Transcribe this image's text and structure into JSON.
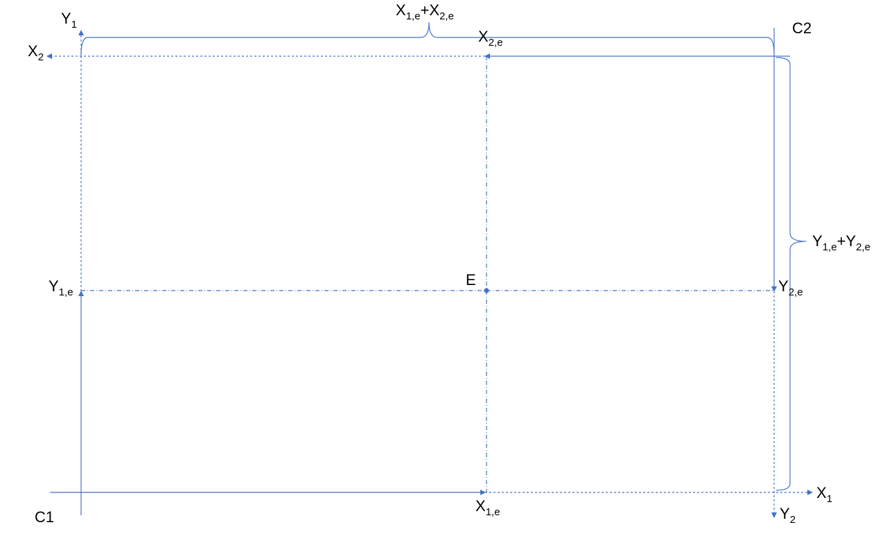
{
  "colors": {
    "line": "#4472C4",
    "text": "#000000",
    "background": "#ffffff"
  },
  "labels": {
    "c1": "C1",
    "c2": "C2",
    "e": "E",
    "y1": {
      "base": "Y",
      "sub": "1"
    },
    "x2": {
      "base": "X",
      "sub": "2"
    },
    "x1": {
      "base": "X",
      "sub": "1"
    },
    "y2": {
      "base": "Y",
      "sub": "2"
    },
    "y1e": {
      "base": "Y",
      "sub": "1,e"
    },
    "y2e": {
      "base": "Y",
      "sub": "2,e"
    },
    "x1e": {
      "base": "X",
      "sub": "1,e"
    },
    "x2e": {
      "base": "X",
      "sub": "2,e"
    },
    "x_sum": {
      "a": "X",
      "a_sub": "1,e",
      "plus": "+",
      "b": "X",
      "b_sub": "2,e"
    },
    "y_sum": {
      "a": "Y",
      "a_sub": "1,e",
      "plus": "+",
      "b": "Y",
      "b_sub": "2,e"
    }
  }
}
